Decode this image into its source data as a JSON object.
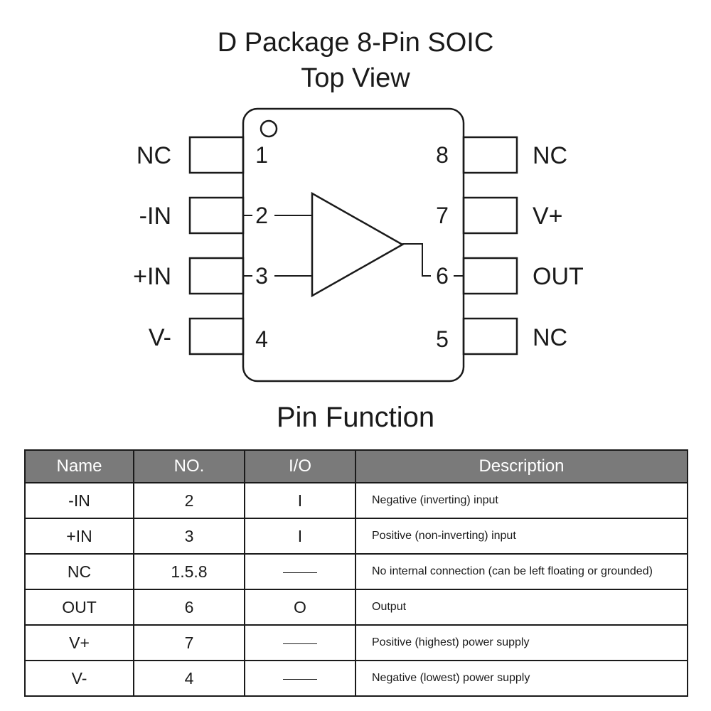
{
  "diagram": {
    "title_line1": "D Package 8-Pin SOIC",
    "title_line2": "Top View",
    "left_pins": [
      {
        "label": "NC",
        "number": "1"
      },
      {
        "label": "-IN",
        "number": "2"
      },
      {
        "label": "+IN",
        "number": "3"
      },
      {
        "label": "V-",
        "number": "4"
      }
    ],
    "right_pins": [
      {
        "label": "NC",
        "number": "8"
      },
      {
        "label": "V+",
        "number": "7"
      },
      {
        "label": "OUT",
        "number": "6"
      },
      {
        "label": "NC",
        "number": "5"
      }
    ]
  },
  "section_title": "Pin Function",
  "table": {
    "headers": [
      "Name",
      "NO.",
      "I/O",
      "Description"
    ],
    "rows": [
      {
        "name": "-IN",
        "no": "2",
        "io": "I",
        "description": "Negative (inverting) input"
      },
      {
        "name": "+IN",
        "no": "3",
        "io": "I",
        "description": "Positive (non-inverting) input"
      },
      {
        "name": "NC",
        "no": "1.5.8",
        "io": "—",
        "description": "No internal connection (can be left floating or grounded)"
      },
      {
        "name": "OUT",
        "no": "6",
        "io": "O",
        "description": "Output"
      },
      {
        "name": "V+",
        "no": "7",
        "io": "—",
        "description": "Positive (highest) power supply"
      },
      {
        "name": "V-",
        "no": "4",
        "io": "—",
        "description": "Negative (lowest) power supply"
      }
    ]
  }
}
